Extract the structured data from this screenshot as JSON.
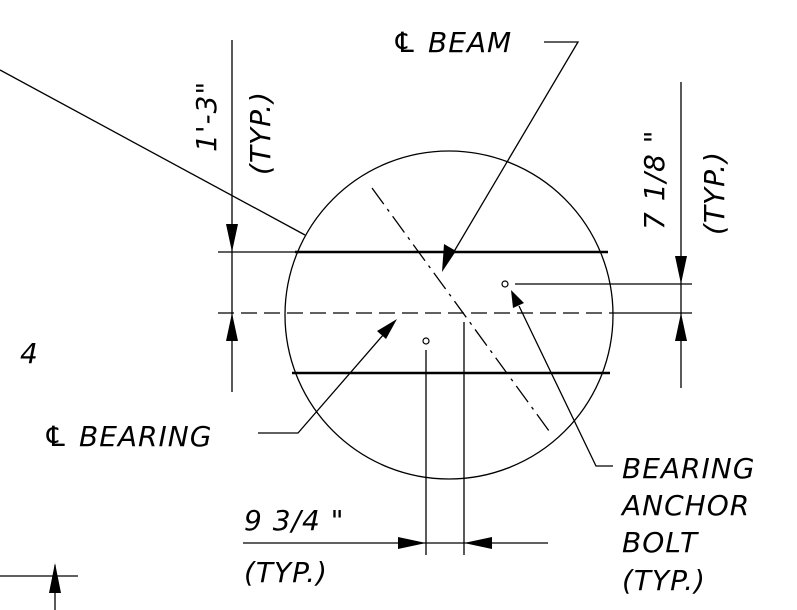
{
  "labels": {
    "cl_beam": "℄ BEAM",
    "cl_bearing": "℄ BEARING",
    "dim_left_value": "1'-3\"",
    "dim_left_typ": "(TYP.)",
    "dim_right_value": "7 1/8 \"",
    "dim_right_typ": "(TYP.)",
    "dim_bottom_value": "9 3/4 \"",
    "dim_bottom_typ": "(TYP.)",
    "anchor_line1": "BEARING",
    "anchor_line2": "ANCHOR",
    "anchor_line3": "BOLT",
    "anchor_line4": "(TYP.)",
    "side_number": "4"
  }
}
